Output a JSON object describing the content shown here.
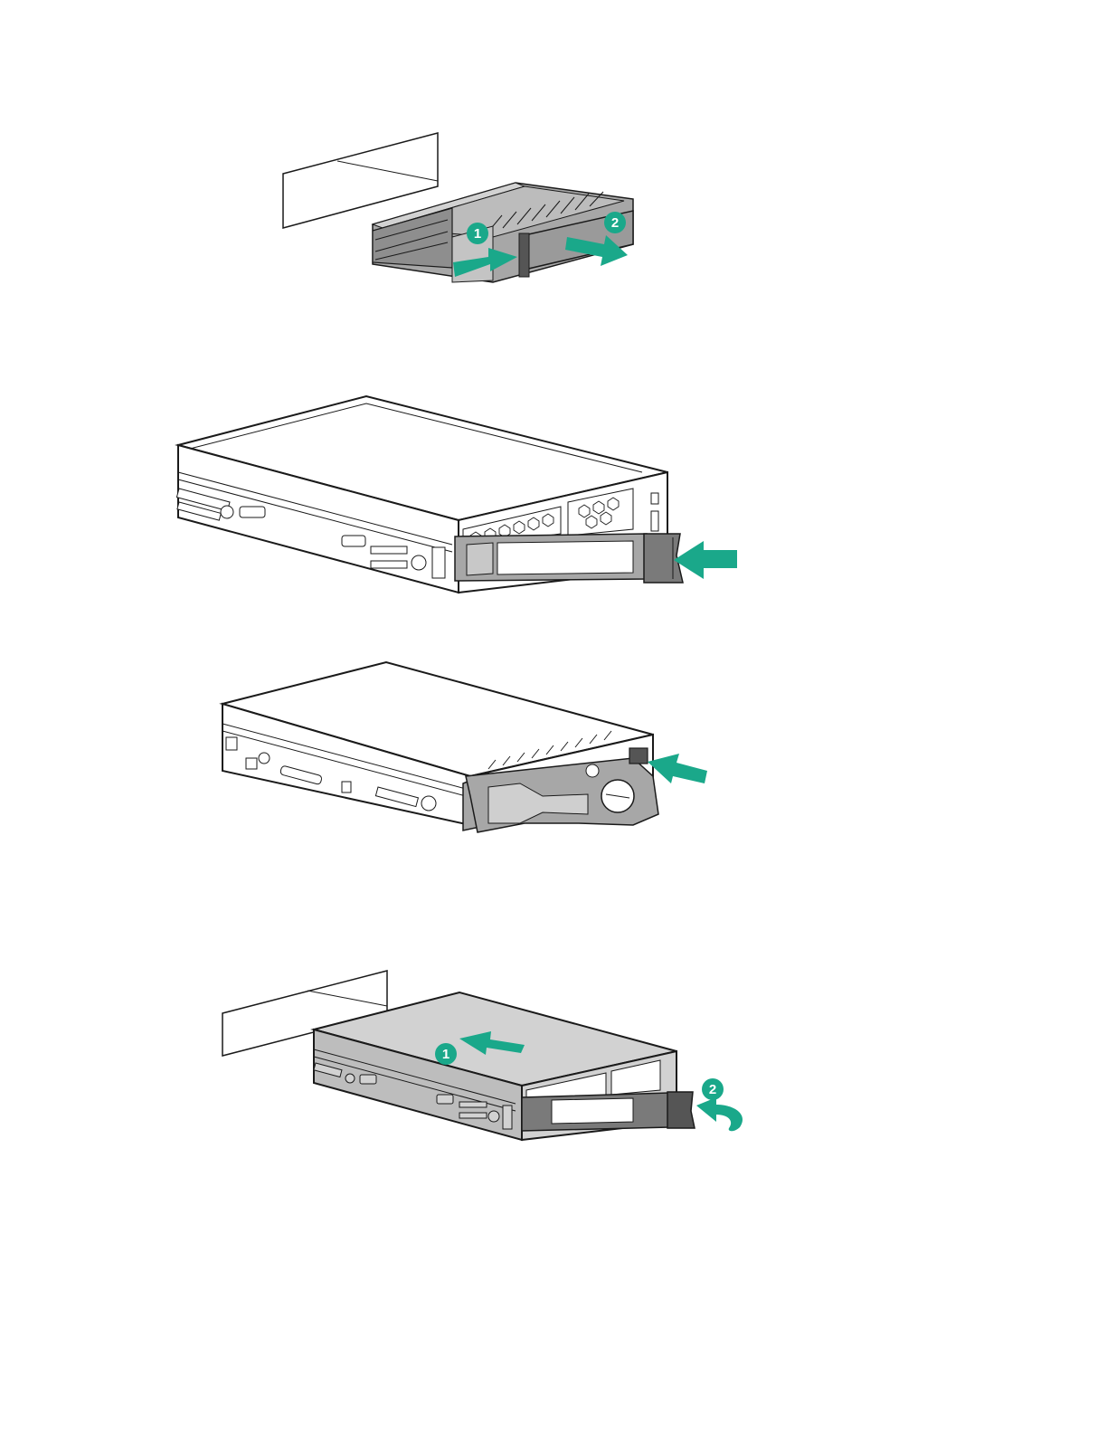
{
  "figures": [
    {
      "callouts": [
        {
          "number": "1"
        },
        {
          "number": "2"
        }
      ]
    },
    {
      "callouts": []
    },
    {
      "callouts": []
    },
    {
      "callouts": [
        {
          "number": "1"
        },
        {
          "number": "2"
        }
      ]
    }
  ],
  "colors": {
    "accent": "#1aa88a",
    "line": "#1a1a1a",
    "drive_fill": "#eeeeee",
    "drive_shade": "#d2d2d2",
    "latch_fill": "#7a7a7a",
    "dark_latch": "#555555",
    "mid_gray": "#a7a7a7"
  }
}
